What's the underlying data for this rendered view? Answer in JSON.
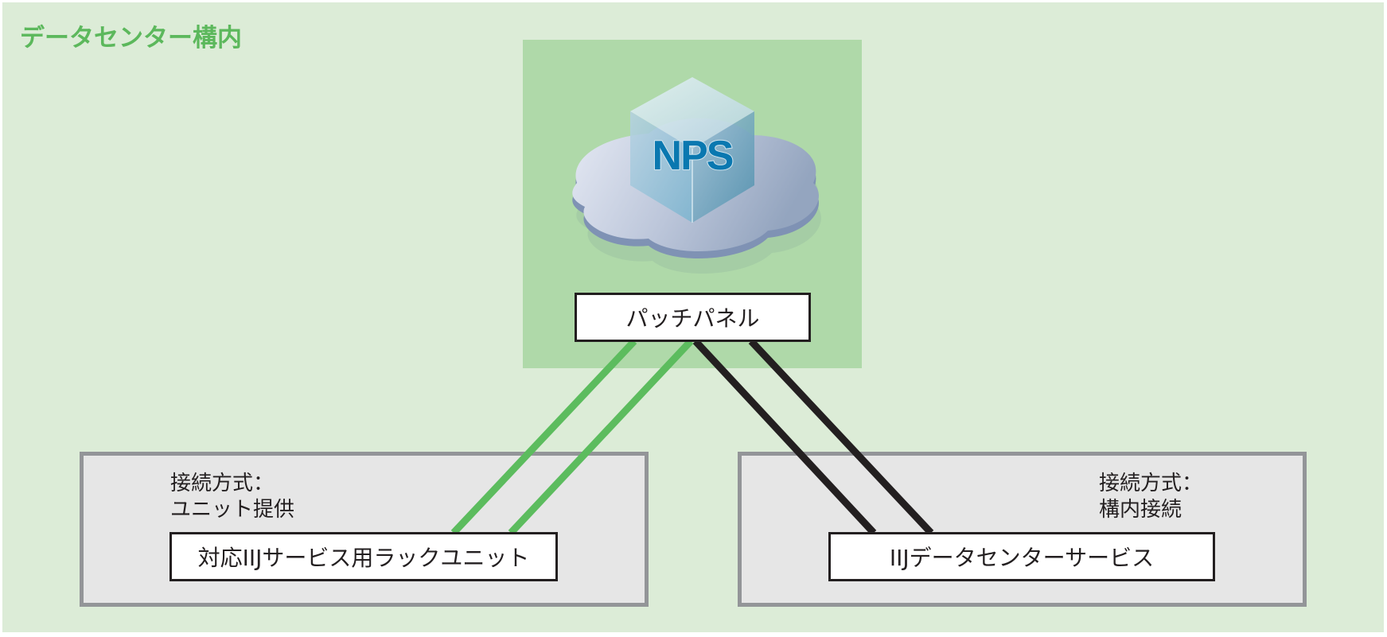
{
  "diagram": {
    "zone_title": "データセンター構内",
    "nps": {
      "logo_text": "NPS",
      "icon": "cloud-cube-icon"
    },
    "patch_panel": {
      "label": "パッチパネル"
    },
    "left_zone": {
      "connection_method_label": "接続方式：",
      "connection_method_value": "ユニット提供",
      "endpoint_label": "対応IIJサービス用ラックユニット"
    },
    "right_zone": {
      "connection_method_label": "接続方式：",
      "connection_method_value": "構内接続",
      "endpoint_label": "IIJデータセンターサービス"
    },
    "connections": [
      {
        "from": "patch_panel",
        "to": "left_zone.endpoint",
        "color": "#5cbc5e"
      },
      {
        "from": "patch_panel",
        "to": "left_zone.endpoint",
        "color": "#5cbc5e"
      },
      {
        "from": "patch_panel",
        "to": "right_zone.endpoint",
        "color": "#231f20"
      },
      {
        "from": "patch_panel",
        "to": "right_zone.endpoint",
        "color": "#231f20"
      }
    ],
    "colors": {
      "zone_background": "#dcecd7",
      "nps_background": "#afd9a9",
      "title_green": "#5cb85c",
      "box_background": "#e6e6e6",
      "box_border": "#939598",
      "nps_text": "#0a78b0"
    }
  }
}
